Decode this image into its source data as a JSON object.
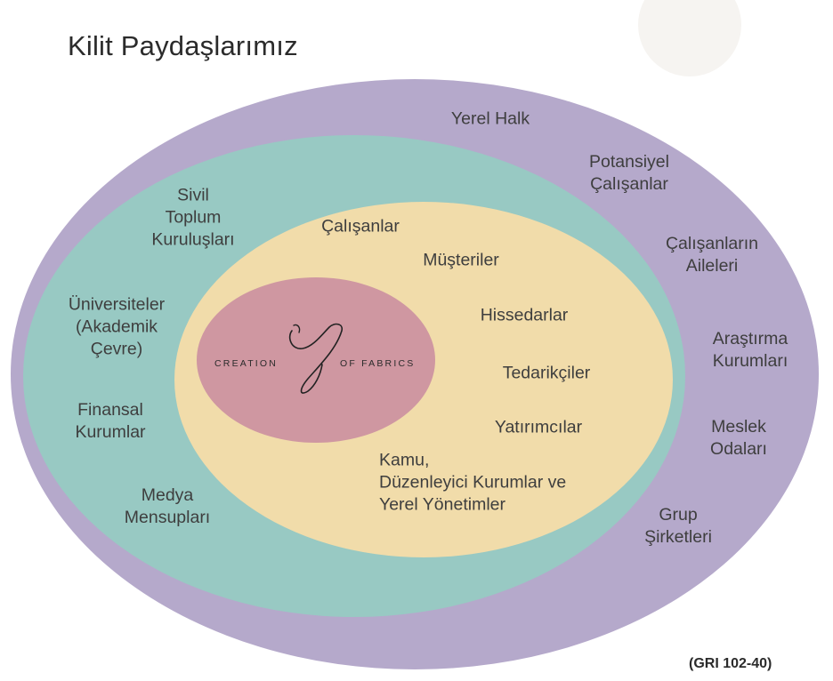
{
  "title": "Kilit Paydaşlarımız",
  "reference": "(GRI 102-40)",
  "colors": {
    "outer_ring": "#b5a9cb",
    "middle_ring": "#98c9c3",
    "inner_ring": "#f1dcaa",
    "core": "#cf97a1",
    "text": "#3e3e3e"
  },
  "logo": {
    "left_text": "CREATION",
    "monogram": "y",
    "right_text": "OF FABRICS"
  },
  "rings": {
    "outer": [
      "Yerel Halk",
      "Potansiyel\nÇalışanlar",
      "Çalışanların\nAileleri",
      "Araştırma\nKurumları",
      "Meslek\nOdaları",
      "Grup\nŞirketleri"
    ],
    "middle": [
      "Sivil\nToplum\nKuruluşları",
      "Üniversiteler\n(Akademik\nÇevre)",
      "Finansal\nKurumlar",
      "Medya\nMensupları"
    ],
    "inner": [
      "Çalışanlar",
      "Müşteriler",
      "Hissedarlar",
      "Tedarikçiler",
      "Yatırımcılar",
      "Kamu,\nDüzenleyici Kurumlar ve\nYerel Yönetimler"
    ]
  }
}
